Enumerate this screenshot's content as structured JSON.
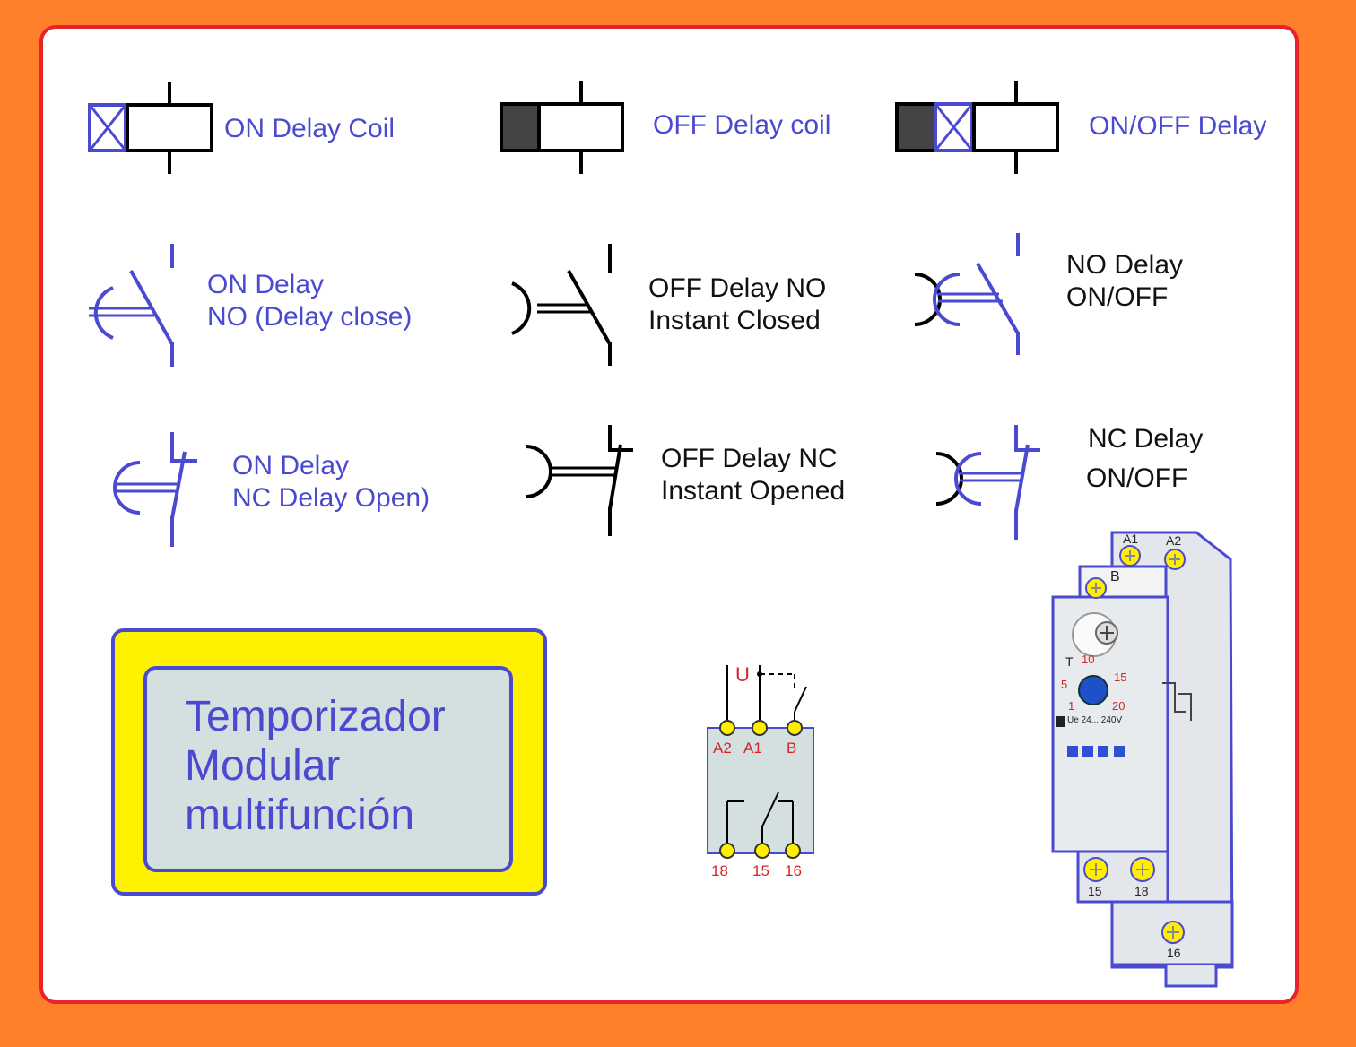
{
  "symbols": {
    "on_delay_coil": "ON Delay Coil",
    "off_delay_coil": "OFF Delay coil",
    "on_off_delay": "ON/OFF Delay",
    "on_delay_no_line1": "ON Delay",
    "on_delay_no_line2": "NO (Delay close)",
    "off_delay_no_line1": "OFF Delay NO",
    "off_delay_no_line2": "Instant Closed",
    "no_delay_onoff_line1": "NO Delay",
    "no_delay_onoff_line2": "ON/OFF",
    "on_delay_nc_line1": "ON Delay",
    "on_delay_nc_line2": "NC Delay Open)",
    "off_delay_nc_line1": "OFF Delay NC",
    "off_delay_nc_line2": "Instant Opened",
    "nc_delay_onoff_line1": "NC Delay",
    "nc_delay_onoff_line2": "ON/OFF"
  },
  "title_box": {
    "line1": "Temporizador",
    "line2": "Modular",
    "line3": "multifunción"
  },
  "wiring": {
    "supply": "U",
    "terminals_top": [
      "A2",
      "A1",
      "B"
    ],
    "terminals_bottom": [
      "18",
      "15",
      "16"
    ]
  },
  "relay": {
    "top_terminals": [
      "A1",
      "A2"
    ],
    "b_terminal": "B",
    "dial_label": "T",
    "dial_scale": [
      "10",
      "5",
      "15",
      "1",
      "20"
    ],
    "rating": "Ue 24... 240V",
    "bottom_terminals": [
      "15",
      "18"
    ],
    "lower_terminal": "16"
  },
  "colors": {
    "accent_blue": "#4a4ad0",
    "frame_red": "#e8242a",
    "background_orange": "#ff7f2a",
    "title_yellow": "#fff200",
    "title_inner": "#d4dfe0",
    "terminal_yellow": "#ffee00",
    "terminal_label_red": "#d42424"
  }
}
